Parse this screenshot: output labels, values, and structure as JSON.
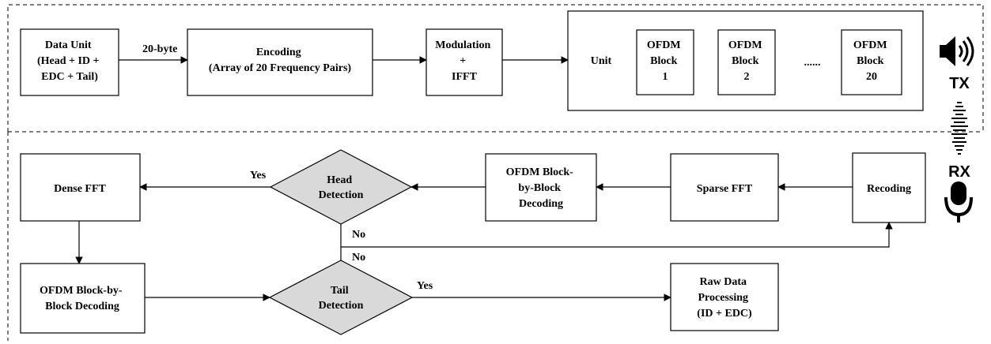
{
  "tx": {
    "data_unit": [
      "Data Unit",
      "(Head + ID +",
      "EDC + Tail)"
    ],
    "byte_label": "20-byte",
    "encoding": [
      "Encoding",
      "(Array of 20 Frequency Pairs)"
    ],
    "modulation": [
      "Modulation",
      "+",
      "IFFT"
    ],
    "unit_label": "Unit",
    "blocks": [
      [
        "OFDM",
        "Block",
        "1"
      ],
      [
        "OFDM",
        "Block",
        "2"
      ],
      [
        "OFDM",
        "Block",
        "20"
      ]
    ],
    "ellipsis": "......",
    "badge": "TX",
    "speaker_icon": "speaker-icon"
  },
  "rx": {
    "badge": "RX",
    "mic_icon": "microphone-icon",
    "wave_icon": "sound-wave-icon",
    "recoding": "Recoding",
    "sparse_fft": "Sparse FFT",
    "ofdm_decoding_top": [
      "OFDM Block-",
      "by-Block",
      "Decoding"
    ],
    "head_detection": [
      "Head",
      "Detection"
    ],
    "yes_head": "Yes",
    "no_head": "No",
    "dense_fft": "Dense FFT",
    "ofdm_decoding_bottom": [
      "OFDM Block-by-",
      "Block Decoding"
    ],
    "tail_detection": [
      "Tail",
      "Detection"
    ],
    "yes_tail": "Yes",
    "no_tail": "No",
    "raw_data": [
      "Raw Data",
      "Processing",
      "(ID + EDC)"
    ]
  },
  "colors": {
    "stroke": "#000000",
    "diamond_fill": "#d9d9d9",
    "background": "#ffffff"
  }
}
